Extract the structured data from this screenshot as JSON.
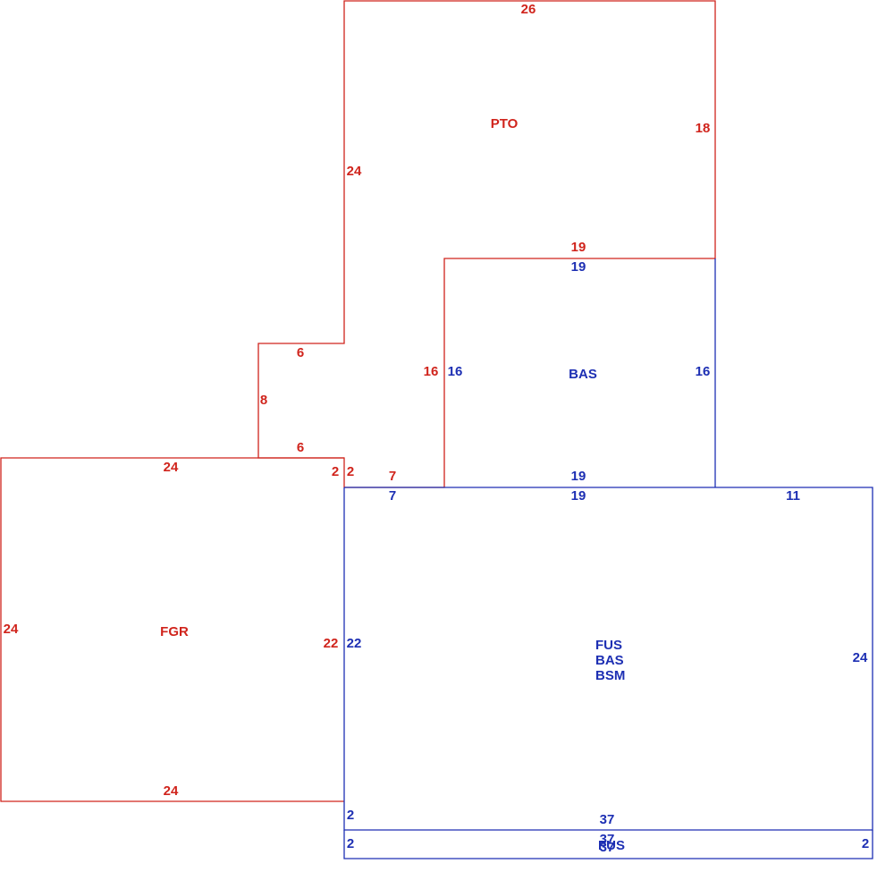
{
  "colors": {
    "red": "#d0241c",
    "blue": "#1d2fb3"
  },
  "areas": {
    "pto": {
      "label": "PTO",
      "dims": {
        "top": "26",
        "right": "18",
        "left_upper": "24",
        "step_top": "6",
        "step_left": "8",
        "step_bottom": "6",
        "bottom_short": "7",
        "bottom_long": "19",
        "left_inner": "16",
        "corner": "2"
      }
    },
    "bas_upper": {
      "label": "BAS",
      "dims": {
        "top": "19",
        "left": "16",
        "right": "16",
        "bottom": "19"
      }
    },
    "fgr": {
      "label": "FGR",
      "dims": {
        "top": "24",
        "left": "24",
        "bottom": "24",
        "right": "22",
        "corner": "2"
      }
    },
    "main": {
      "labels": [
        "FUS",
        "BAS",
        "BSM"
      ],
      "dims": {
        "top_short": "7",
        "top_mid": "19",
        "top_right": "11",
        "left": "22",
        "right": "24",
        "bottom": "37",
        "left_lower": "2"
      }
    },
    "fus_strip": {
      "label": "FUS",
      "dims": {
        "top": "37",
        "bottom": "37",
        "left": "2",
        "right": "2"
      }
    }
  }
}
